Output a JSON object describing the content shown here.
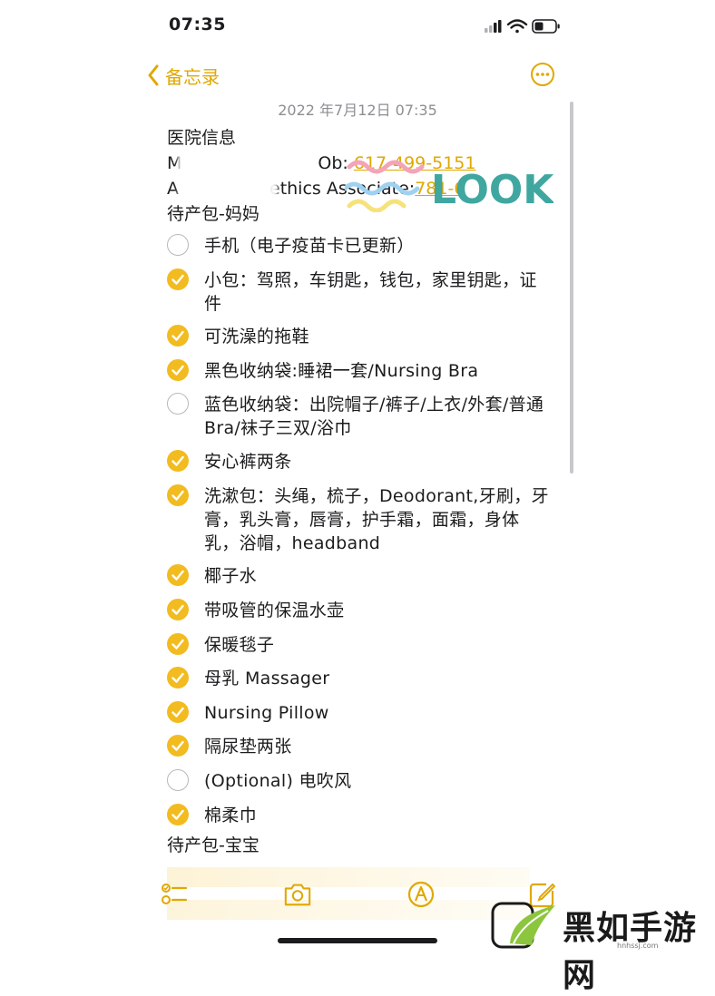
{
  "status": {
    "time": "07:35"
  },
  "nav": {
    "back_label": "备忘录"
  },
  "note": {
    "date": "2022 年7月12日 07:35",
    "heading": "医院信息",
    "line2_prefix": "M",
    "line2_partial": "Ob: ",
    "line2_phone": "617-499-5151",
    "line3_prefix": "A",
    "line3_partial": "ethics Associate:",
    "line3_phone": "781-6",
    "section1": "待产包-妈妈",
    "items": [
      {
        "text": "手机（电子疫苗卡已更新）",
        "checked": false
      },
      {
        "text": "小包：驾照，车钥匙，钱包，家里钥匙，证件",
        "checked": true
      },
      {
        "text": "可洗澡的拖鞋",
        "checked": true
      },
      {
        "text": "黑色收纳袋:睡裙一套/Nursing Bra",
        "checked": true
      },
      {
        "text": "蓝色收纳袋：出院帽子/裤子/上衣/外套/普通Bra/袜子三双/浴巾",
        "checked": false
      },
      {
        "text": "安心裤两条",
        "checked": true
      },
      {
        "text": "洗漱包：头绳，梳子，Deodorant,牙刷，牙膏，乳头膏，唇膏，护手霜，面霜，身体乳，浴帽，headband",
        "checked": true
      },
      {
        "text": "椰子水",
        "checked": true
      },
      {
        "text": "带吸管的保温水壶",
        "checked": true
      },
      {
        "text": "保暖毯子",
        "checked": true
      },
      {
        "text": "母乳 Massager",
        "checked": true
      },
      {
        "text": "Nursing Pillow",
        "checked": true
      },
      {
        "text": "隔尿垫两张",
        "checked": true
      },
      {
        "text": "(Optional) 电吹风",
        "checked": false
      },
      {
        "text": "棉柔巾",
        "checked": true
      }
    ],
    "section2": "待产包-宝宝"
  },
  "sticker": {
    "text": "LOOK"
  },
  "watermark": {
    "title": "黑如手游网",
    "url": "hnhssj.com"
  },
  "colors": {
    "accent": "#e0a800",
    "check": "#f2bb1f"
  },
  "icons": [
    "back-chevron-icon",
    "more-icon",
    "checklist-icon",
    "camera-icon",
    "markup-icon",
    "compose-icon",
    "signal-icon",
    "wifi-icon",
    "battery-icon"
  ]
}
